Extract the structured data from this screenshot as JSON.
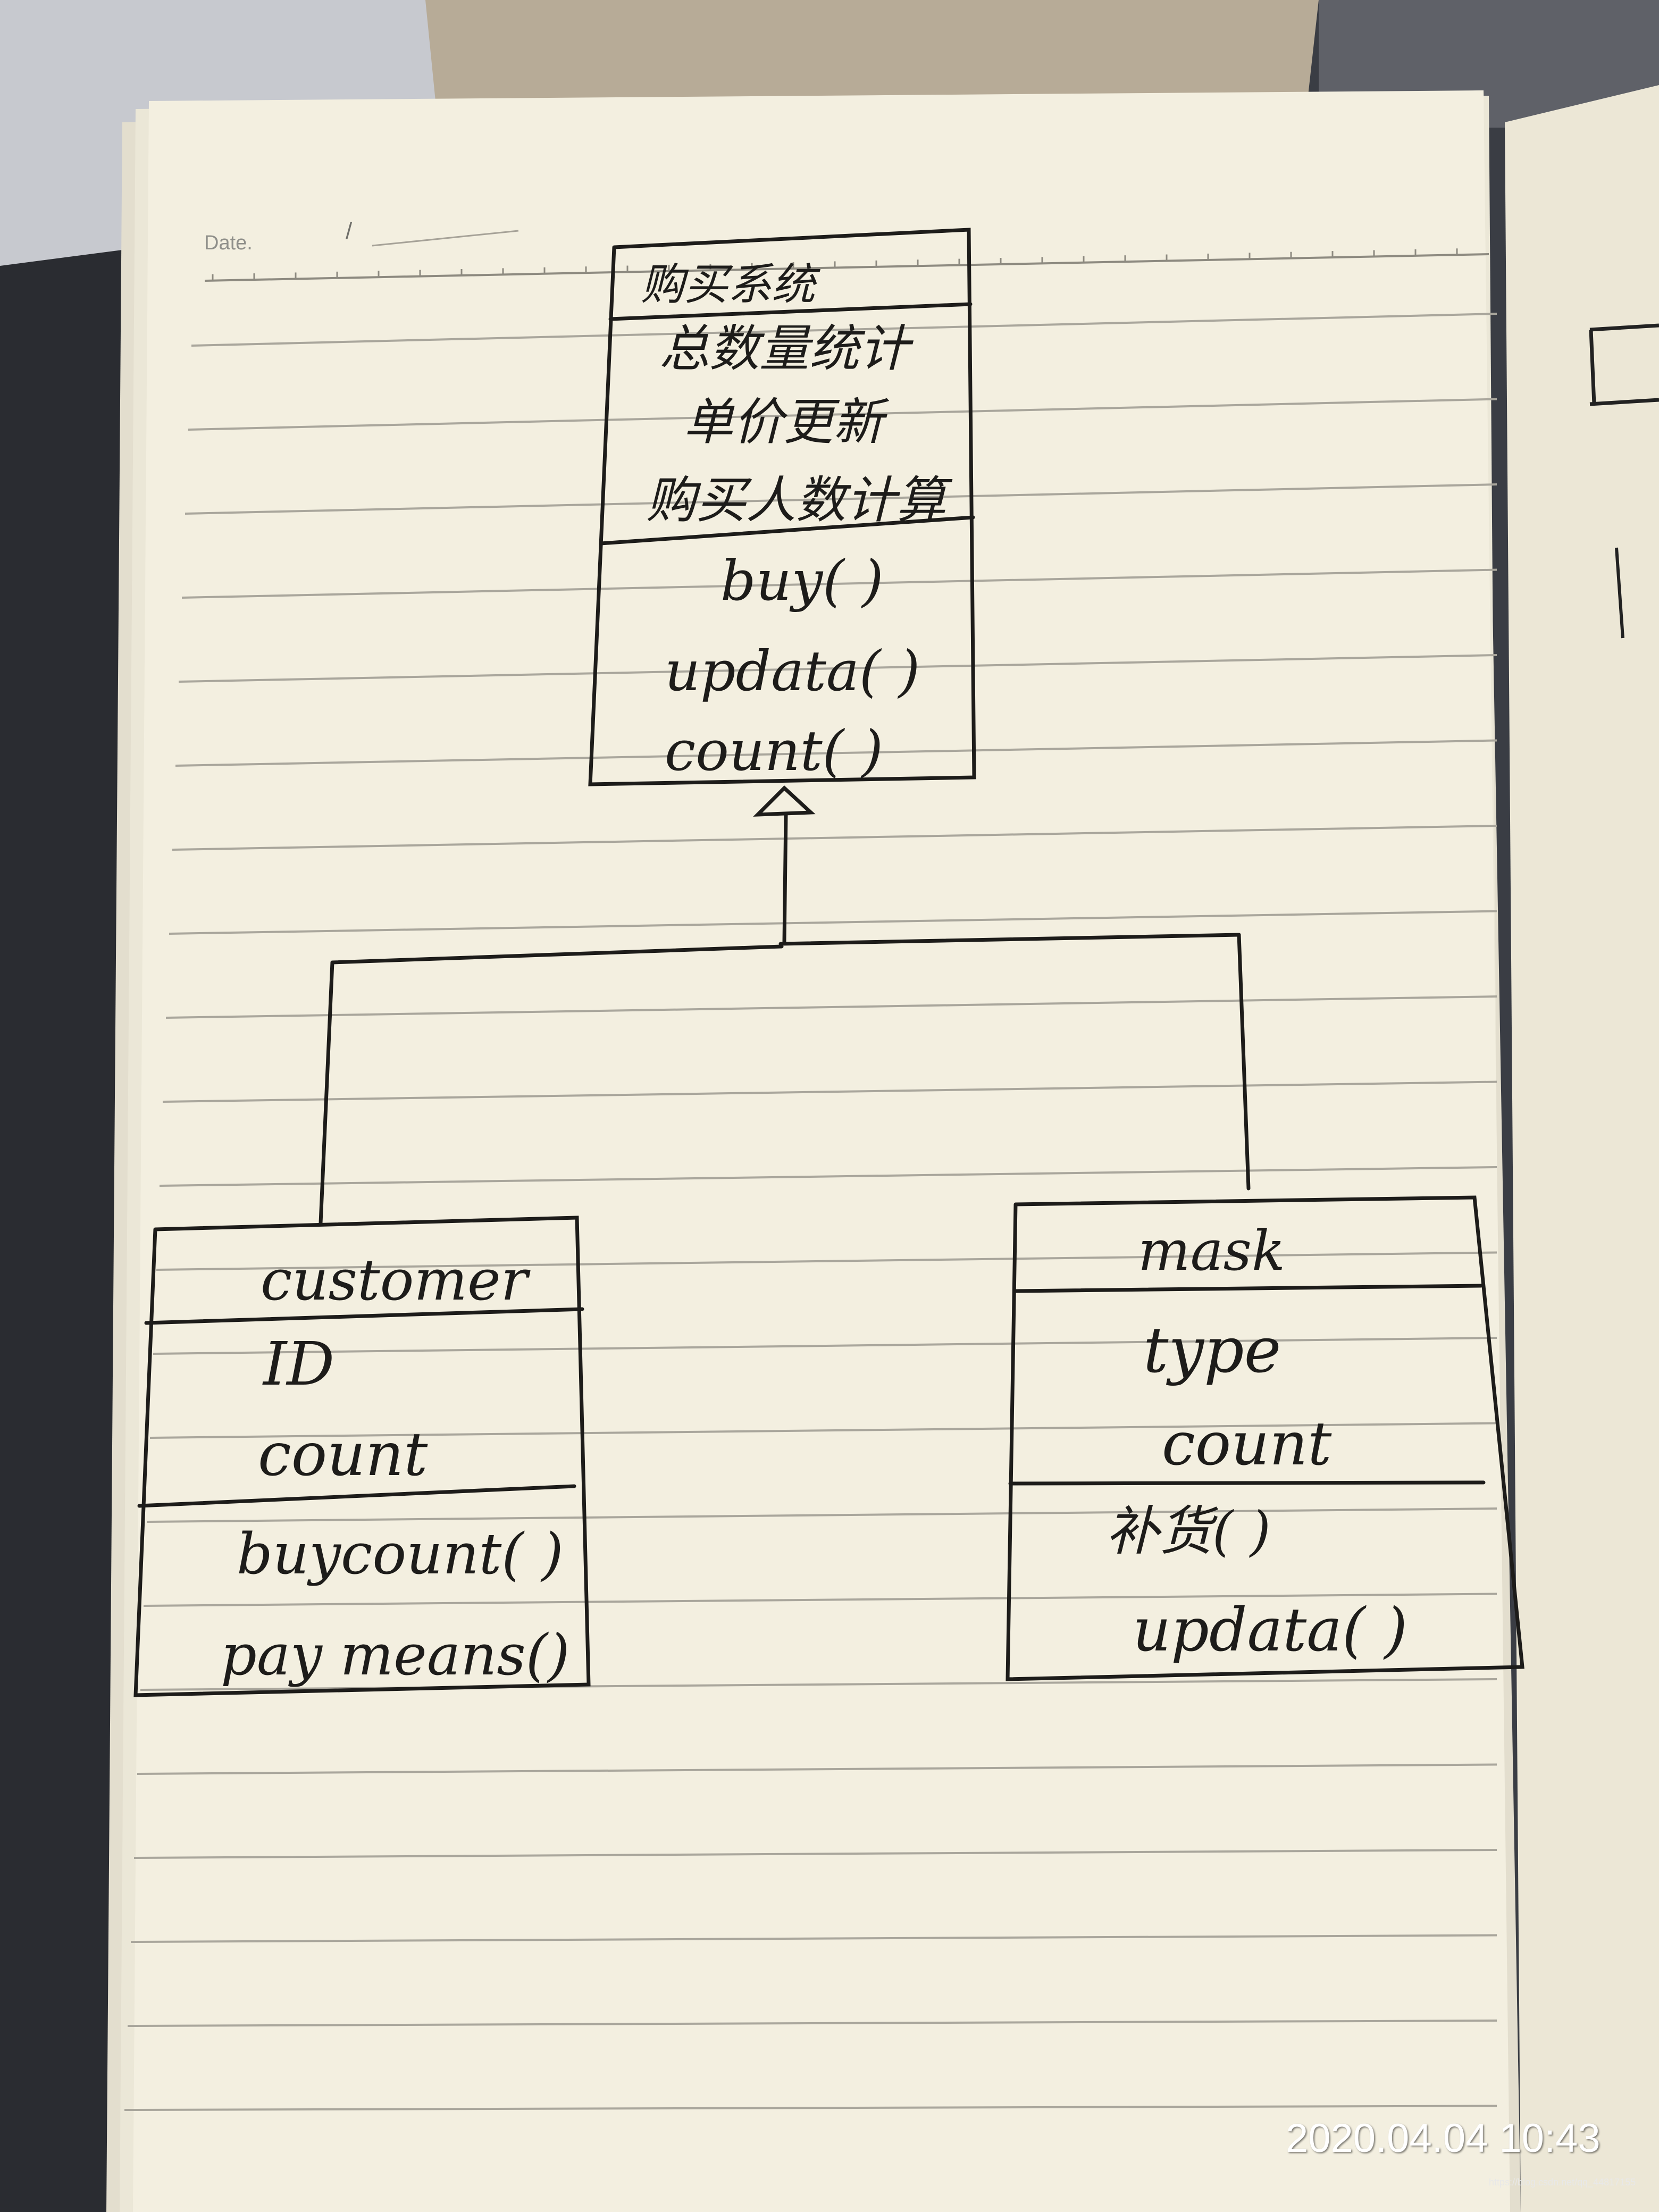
{
  "notebook": {
    "date_label": "Date.",
    "date_separator": "/",
    "paper_color": "#f3efe0",
    "ink_color": "#1d1c1a"
  },
  "diagram": {
    "parent_class": {
      "name": "购买系统",
      "attributes": [
        "总数量统计",
        "单价更新",
        "购买人数计算"
      ],
      "methods": [
        "buy(  )",
        "updata(  )",
        "count(  )"
      ]
    },
    "child_classes": [
      {
        "name": "customer",
        "attributes": [
          "ID",
          "count"
        ],
        "methods": [
          "buycount(  )",
          "pay means()"
        ]
      },
      {
        "name": "mask",
        "attributes": [
          "type",
          "count"
        ],
        "methods": [
          "补货(   )",
          "updata( )"
        ]
      }
    ],
    "relationship": "generalization"
  },
  "photo_overlay": {
    "timestamp": "2020.04.04 10:43",
    "watermark": "https://blog.csdn.net/qq_44817155"
  }
}
